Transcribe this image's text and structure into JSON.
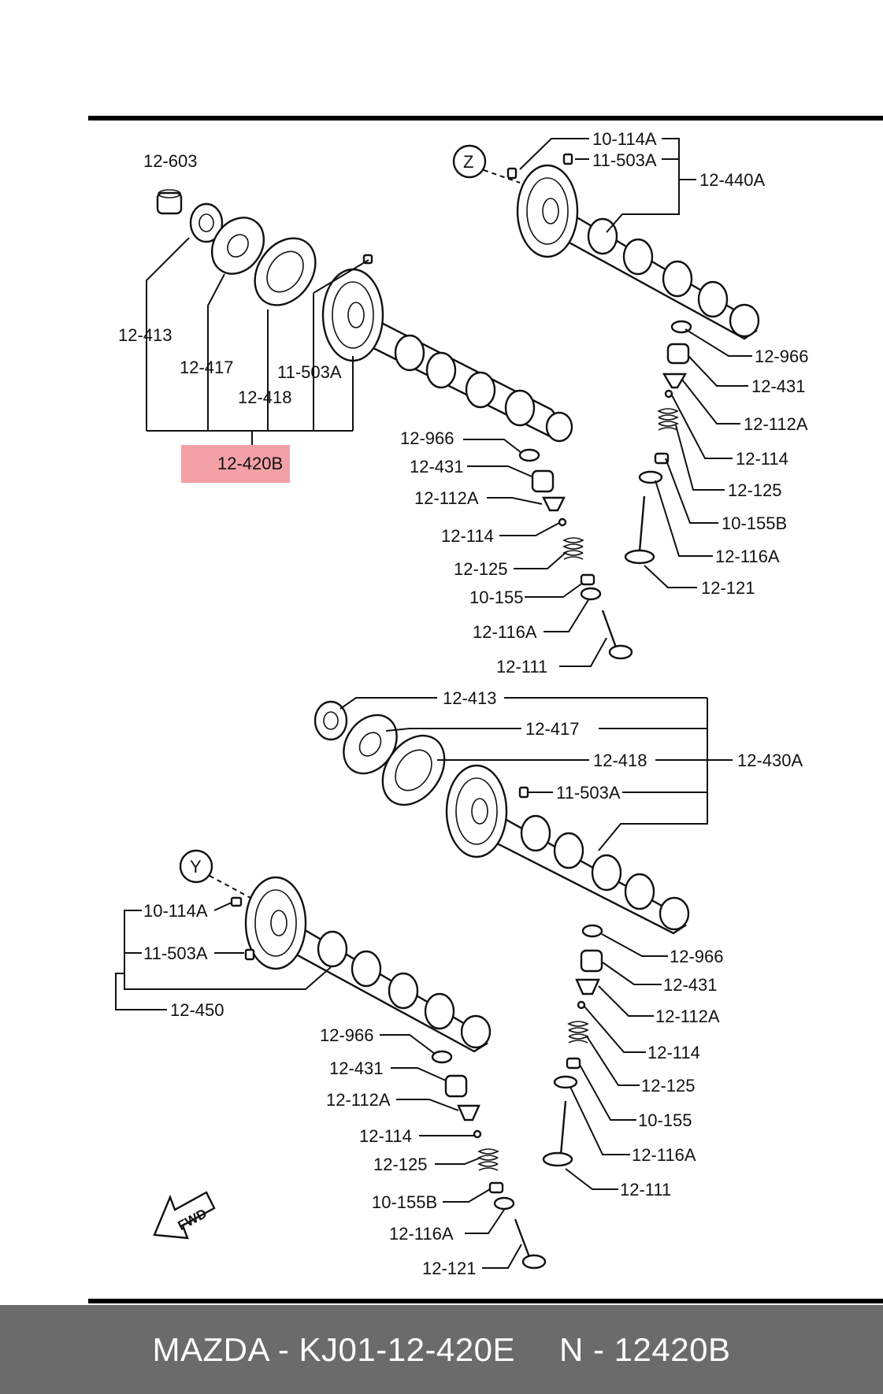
{
  "diagram": {
    "callouts": {
      "z": "Z",
      "y": "Y",
      "fwd": "FWD"
    },
    "highlight_label": "12-420B",
    "labels": {
      "top_left": {
        "p12_603": "12-603",
        "p12_413": "12-413",
        "p12_417": "12-417",
        "p12_418": "12-418",
        "p11_503A": "11-503A"
      },
      "top_right": {
        "p10_114A": "10-114A",
        "p11_503A": "11-503A",
        "p12_440A": "12-440A",
        "p12_966": "12-966",
        "p12_431": "12-431",
        "p12_112A": "12-112A",
        "p12_114": "12-114",
        "p12_125": "12-125",
        "p10_155B": "10-155B",
        "p12_116A": "12-116A",
        "p12_121": "12-121"
      },
      "top_mid": {
        "p12_966": "12-966",
        "p12_431": "12-431",
        "p12_112A": "12-112A",
        "p12_114": "12-114",
        "p12_125": "12-125",
        "p10_155": "10-155",
        "p12_116A": "12-116A",
        "p12_111": "12-111"
      },
      "bottom_right": {
        "p12_413": "12-413",
        "p12_417": "12-417",
        "p12_418": "12-418",
        "p11_503A": "11-503A",
        "p12_430A": "12-430A",
        "p12_966": "12-966",
        "p12_431": "12-431",
        "p12_112A": "12-112A",
        "p12_114": "12-114",
        "p12_125": "12-125",
        "p10_155": "10-155",
        "p12_116A": "12-116A",
        "p12_111": "12-111"
      },
      "bottom_left": {
        "p10_114A": "10-114A",
        "p11_503A": "11-503A",
        "p12_450": "12-450",
        "p12_966": "12-966",
        "p12_431": "12-431",
        "p12_112A": "12-112A",
        "p12_114": "12-114",
        "p12_125": "12-125",
        "p10_155B": "10-155B",
        "p12_116A": "12-116A",
        "p12_121": "12-121"
      }
    }
  },
  "footer": {
    "left": "MAZDA - KJ01-12-420E",
    "right": "N - 12420B"
  }
}
